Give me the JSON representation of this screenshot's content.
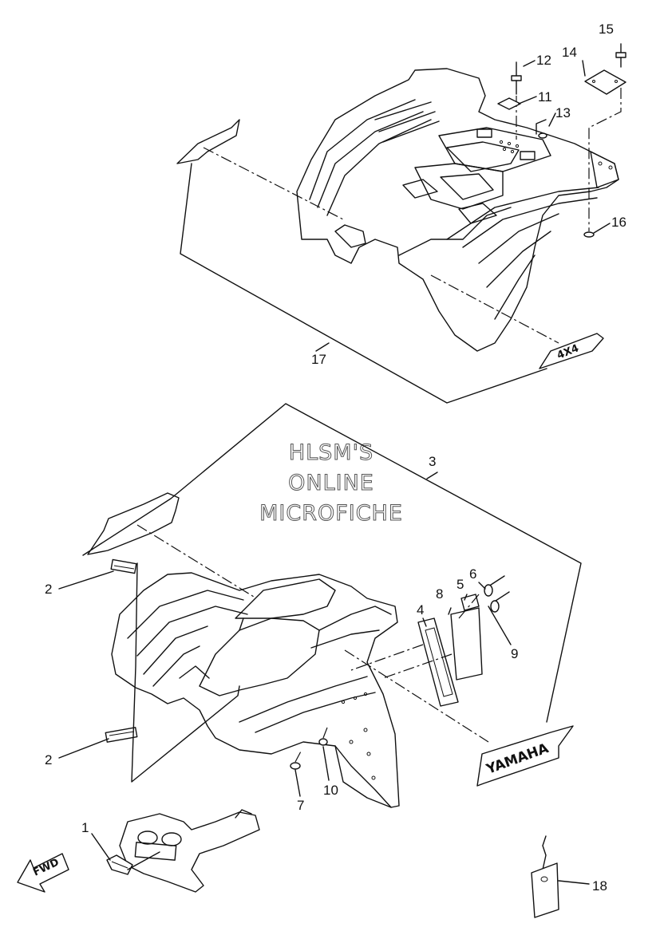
{
  "watermark": {
    "line1": "HLSM'S",
    "line2": "ONLINE",
    "line3": "MICROFICHE"
  },
  "callouts": {
    "c1": "1",
    "c2a": "2",
    "c2b": "2",
    "c3": "3",
    "c4": "4",
    "c5": "5",
    "c6": "6",
    "c7": "7",
    "c8": "8",
    "c9": "9",
    "c10": "10",
    "c11": "11",
    "c12": "12",
    "c13": "13",
    "c14": "14",
    "c15": "15",
    "c16": "16",
    "c17": "17",
    "c18": "18"
  },
  "decals": {
    "rear_side": "4X4",
    "front_side": "YAMAHA"
  },
  "direction": {
    "label": "FWD"
  }
}
